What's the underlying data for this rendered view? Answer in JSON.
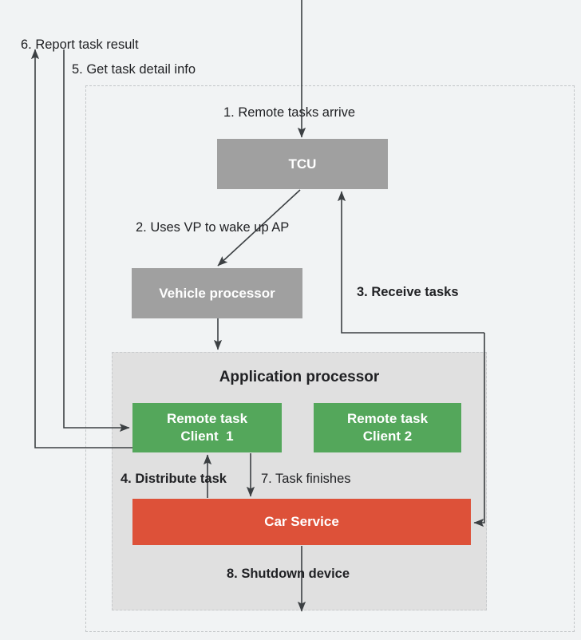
{
  "diagram": {
    "title_present": false,
    "colors": {
      "background": "#f1f3f4",
      "gray_box": "#a0a0a0",
      "green_box": "#54a75b",
      "red_box": "#dd5139",
      "region_fill": "#e0e0e0",
      "dashed_border": "#c3c6c8",
      "arrow": "#3c4043",
      "text_dark": "#202124",
      "text_light": "#ffffff"
    },
    "regions": {
      "outer": {
        "label": ""
      },
      "application_processor": {
        "label": "Application processor"
      }
    },
    "nodes": [
      {
        "id": "tcu",
        "label": "TCU",
        "color": "gray"
      },
      {
        "id": "vp",
        "label": "Vehicle processor",
        "color": "gray"
      },
      {
        "id": "client1",
        "label": "Remote task\nClient  1",
        "color": "green"
      },
      {
        "id": "client2",
        "label": "Remote task\nClient 2",
        "color": "green"
      },
      {
        "id": "car_service",
        "label": "Car Service",
        "color": "red"
      }
    ],
    "steps": [
      {
        "num": "1",
        "label": "1. Remote tasks arrive",
        "bold": false
      },
      {
        "num": "2",
        "label": "2. Uses VP to wake up AP",
        "bold": false
      },
      {
        "num": "3",
        "label": "3. Receive tasks",
        "bold": true
      },
      {
        "num": "4",
        "label": "4. Distribute task",
        "bold": true
      },
      {
        "num": "5",
        "label": "5. Get task detail info",
        "bold": false
      },
      {
        "num": "6",
        "label": "6. Report task result",
        "bold": false
      },
      {
        "num": "7",
        "label": "7. Task finishes",
        "bold": false
      },
      {
        "num": "8",
        "label": "8. Shutdown device",
        "bold": true
      }
    ]
  }
}
